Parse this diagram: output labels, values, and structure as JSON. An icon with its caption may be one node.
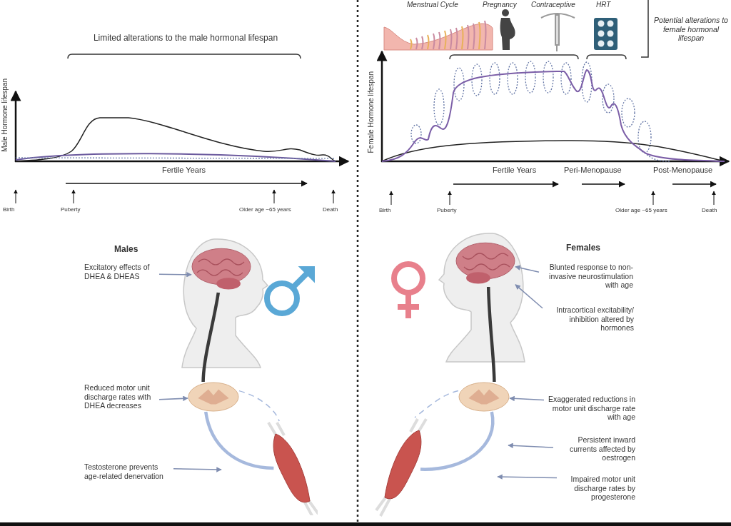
{
  "diagram": {
    "nodes": [
      {
        "text": [
          "Excitatory effects of DHEA & DHEAS"
        ]
      },
      {
        "text": [
          "Reduced motor unit discharge rates with DHEA decreases"
        ]
      },
      {
        "text": [
          "Testosterone prevents age-related denervation"
        ]
      },
      {
        "text": [
          "Blunted response to non-invasive neurostimulation with age"
        ]
      },
      {
        "text": [
          "Intracortical excitability/ inhibition altered by hormones"
        ]
      },
      {
        "text": [
          "Exaggerated reductions in motor unit discharge rate with age"
        ]
      },
      {
        "text": [
          "Persistent inward currents affected by oestrogen"
        ]
      },
      {
        "text": [
          "Impaired motor unit discharge rates by progesterone"
        ]
      },
      {
        "text": [],
        "shape": "picture"
      },
      {
        "text": [],
        "shape": "picture"
      },
      {
        "text": [],
        "shape": "picture"
      },
      {
        "text": [],
        "shape": "picture"
      },
      {
        "text": [],
        "shape": "picture"
      },
      {
        "text": [],
        "shape": "picture"
      }
    ],
    "edges": [
      {
        "from": 0,
        "to": 8,
        "arrow": "to"
      },
      {
        "from": 1,
        "to": 9,
        "arrow": "to"
      },
      {
        "from": 2,
        "to": null,
        "arrow": "to"
      },
      {
        "from": 3,
        "to": 11,
        "arrow": "to"
      },
      {
        "from": 4,
        "to": 11,
        "arrow": "to"
      },
      {
        "from": 5,
        "to": 12,
        "arrow": "to"
      },
      {
        "from": 6,
        "to": null,
        "arrow": "to"
      },
      {
        "from": 7,
        "to": null,
        "arrow": "to"
      },
      {
        "from": 8,
        "to": 9,
        "arrow": "none",
        "style": "thick",
        "color": "#3a3a3a"
      },
      {
        "from": 9,
        "to": 10,
        "arrow": "none",
        "style": "thick",
        "color": "#a6b9dd"
      },
      {
        "from": 9,
        "to": 10,
        "arrow": "none",
        "style": "dashed",
        "color": "#a6b9dd"
      },
      {
        "from": 11,
        "to": 12,
        "arrow": "none",
        "style": "thick",
        "color": "#3a3a3a"
      },
      {
        "from": 12,
        "to": 13,
        "arrow": "none",
        "style": "thick",
        "color": "#a6b9dd"
      },
      {
        "from": 12,
        "to": 13,
        "arrow": "none",
        "style": "dashed",
        "color": "#a6b9dd"
      }
    ],
    "labels": [
      "Limited alterations to the male hormonal lifespan",
      "Male Hormone lifespan",
      "Fertile Years",
      "Birth",
      "Puberty",
      "Older age ~65 years",
      "Death",
      "Menstrual Cycle",
      "Pregnancy",
      "Contraceptive",
      "HRT",
      "Potential alterations to female hormonal lifespan",
      "Female Hormone lifespan",
      "Fertile Years",
      "Peri-Menopause",
      "Post-Menopause",
      "Birth",
      "Puberty",
      "Older age ~65 years",
      "Death",
      "Males",
      "Females"
    ]
  }
}
